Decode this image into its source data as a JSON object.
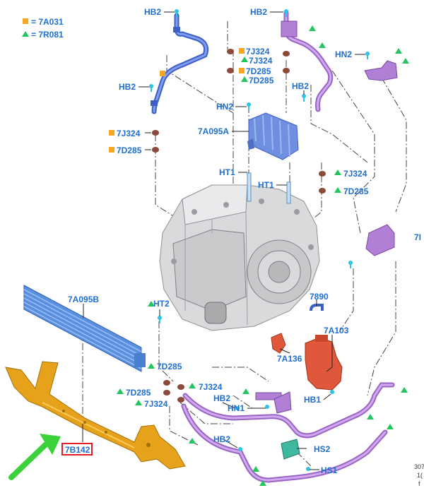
{
  "legend": [
    {
      "shape": "square",
      "color": "#f5a623",
      "text": "= 7A031"
    },
    {
      "shape": "triangle",
      "color": "#22c55e",
      "text": "= 7R081"
    }
  ],
  "colors": {
    "label": "#1f6fd1",
    "square_marker": "#f5a623",
    "triangle_marker": "#22c55e",
    "hose_blue": "#4f74d6",
    "hose_purple": "#b27fd6",
    "cooler_blue": "#6f9fe0",
    "bracket_orange": "#e6a21a",
    "valve_red": "#e0573b",
    "highlight_red": "#e11d2a",
    "arrow_green": "#3ad13a"
  },
  "labels": {
    "hb2_a": "HB2",
    "hb2_b": "HB2",
    "hb2_c": "HB2",
    "hb2_d": "HB2",
    "hb2_e": "HB2",
    "hb2_f": "HB2",
    "hn2_a": "HN2",
    "hn2_b": "HN2",
    "j324_a": "7J324",
    "j324_b": "7J324",
    "j324_c": "7J324",
    "j324_d": "7J324",
    "j324_e": "7J324",
    "j324_f": "7J324",
    "d285_a": "7D285",
    "d285_b": "7D285",
    "d285_c": "7D285",
    "d285_d": "7D285",
    "d285_e": "7D285",
    "d285_f": "7D285",
    "a095a": "7A095A",
    "a095b": "7A095B",
    "ht1_a": "HT1",
    "ht1_b": "HT1",
    "ht2": "HT2",
    "p7890": "7890",
    "a103": "7A103",
    "a136": "7A136",
    "hb1": "HB1",
    "hn1": "HN1",
    "hs2": "HS2",
    "hs1": "HS1",
    "b142": "7B142",
    "right_partial": "7I"
  },
  "corner_text": [
    "307",
    "1(",
    "f"
  ]
}
